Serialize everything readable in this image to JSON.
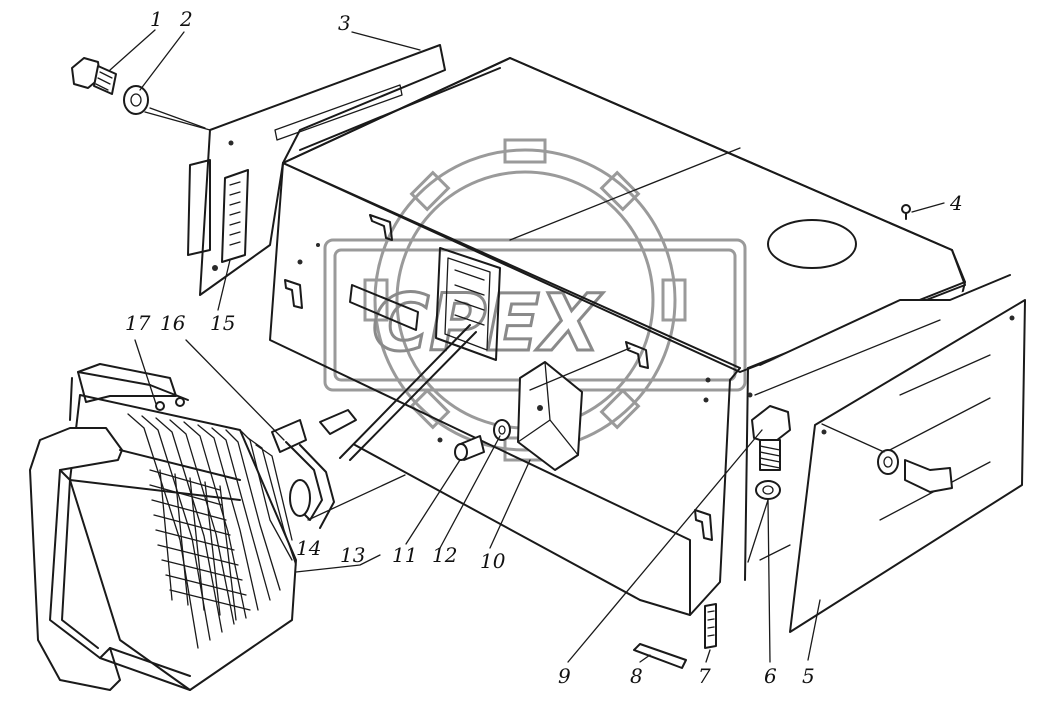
{
  "watermark": {
    "text": "CPEX"
  },
  "callouts": [
    "1",
    "2",
    "3",
    "4",
    "5",
    "6",
    "7",
    "8",
    "9",
    "10",
    "11",
    "12",
    "13",
    "14",
    "15",
    "16",
    "17"
  ]
}
